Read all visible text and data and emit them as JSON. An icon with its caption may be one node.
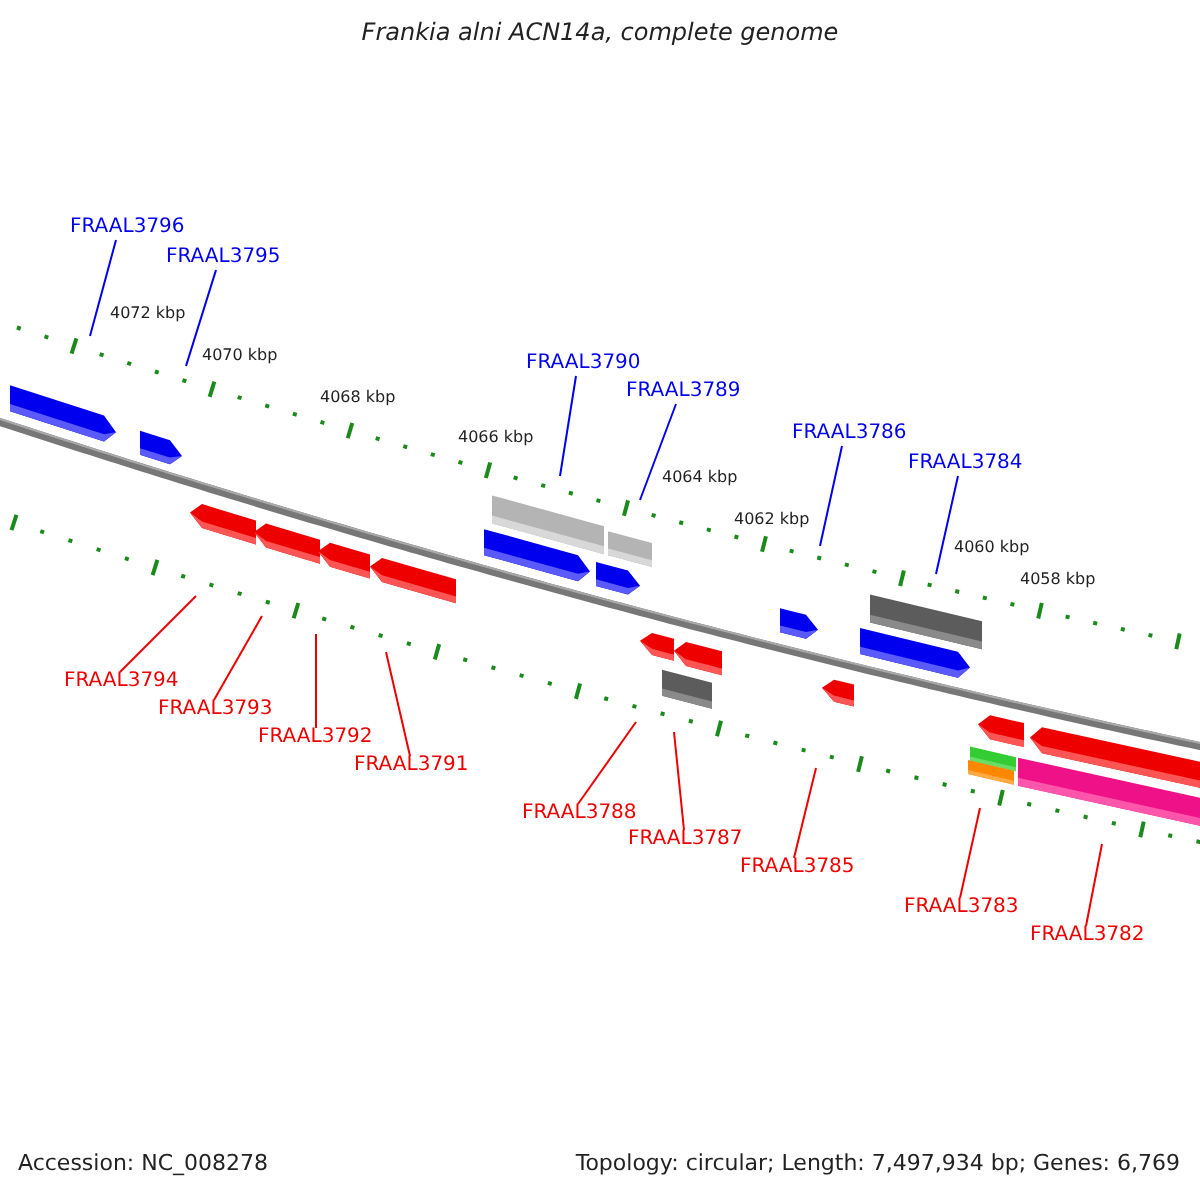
{
  "diagram": {
    "title": "Frankia alni ACN14a, complete genome",
    "nodes": [
      {
        "text": [
          "FRAAL3796"
        ]
      },
      {
        "text": [
          "FRAAL3795"
        ]
      },
      {
        "text": [
          "FRAAL3790"
        ]
      },
      {
        "text": [
          "FRAAL3789"
        ]
      },
      {
        "text": [
          "FRAAL3786"
        ]
      },
      {
        "text": [
          "FRAAL3784"
        ]
      },
      {
        "text": [
          "FRAAL3794"
        ]
      },
      {
        "text": [
          "FRAAL3793"
        ]
      },
      {
        "text": [
          "FRAAL3792"
        ]
      },
      {
        "text": [
          "FRAAL3791"
        ]
      },
      {
        "text": [
          "FRAAL3788"
        ]
      },
      {
        "text": [
          "FRAAL3787"
        ]
      },
      {
        "text": [
          "FRAAL3785"
        ]
      },
      {
        "text": [
          "FRAAL3783"
        ]
      },
      {
        "text": [
          "FRAAL3782"
        ]
      }
    ],
    "edges": [
      {
        "from": 0,
        "to": null,
        "arrow": "none",
        "color": "#0000ee"
      },
      {
        "from": 1,
        "to": null,
        "arrow": "none",
        "color": "#0000ee"
      },
      {
        "from": 2,
        "to": null,
        "arrow": "none",
        "color": "#0000ee"
      },
      {
        "from": 3,
        "to": null,
        "arrow": "none",
        "color": "#0000ee"
      },
      {
        "from": 4,
        "to": null,
        "arrow": "none",
        "color": "#0000ee"
      },
      {
        "from": 5,
        "to": null,
        "arrow": "none",
        "color": "#0000ee"
      },
      {
        "from": 6,
        "to": null,
        "arrow": "none"
      },
      {
        "from": 7,
        "to": null,
        "arrow": "none"
      },
      {
        "from": 8,
        "to": null,
        "arrow": "none"
      },
      {
        "from": 9,
        "to": null,
        "arrow": "none"
      },
      {
        "from": 10,
        "to": null,
        "arrow": "none"
      },
      {
        "from": 11,
        "to": null,
        "arrow": "none"
      },
      {
        "from": 12,
        "to": null,
        "arrow": "none"
      },
      {
        "from": 13,
        "to": null,
        "arrow": "none"
      },
      {
        "from": 14,
        "to": null,
        "arrow": "none"
      }
    ],
    "labels": [
      "4072 kbp",
      "4070 kbp",
      "4068 kbp",
      "4066 kbp",
      "4064 kbp",
      "4062 kbp",
      "4060 kbp",
      "4058 kbp",
      "Accession: NC_008278",
      "Topology: circular; Length: 7,497,934 bp; Genes: 6,769"
    ]
  }
}
